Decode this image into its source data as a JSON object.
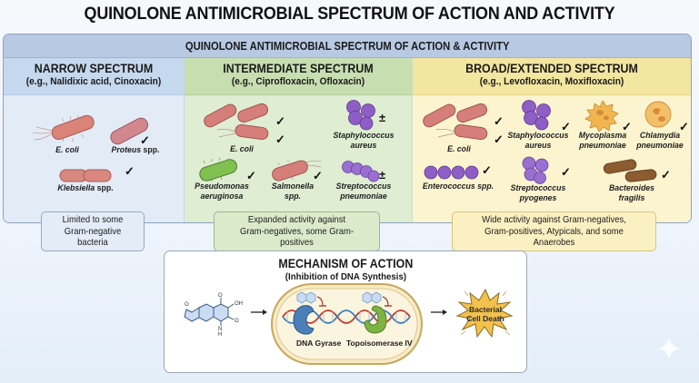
{
  "main_title": "QUINOLONE ANTIMICROBIAL SPECTRUM OF ACTION AND ACTIVITY",
  "panel_title": "QUINOLONE ANTIMICROBIAL SPECTRUM OF ACTION & ACTIVITY",
  "legend_marks": {
    "active": "✓",
    "variable": "±"
  },
  "colors": {
    "narrow": "#c6d8ee",
    "intermediate": "#c7deb1",
    "broad": "#f3e6a0",
    "gram_negative_rod": "#d9817c",
    "gram_positive_coccus": "#8c5cc4",
    "pseudomonas": "#7fbf4f",
    "atypical": "#f0b552",
    "anaerobe": "#8b5a2b"
  },
  "columns": {
    "narrow": {
      "title": "NARROW SPECTRUM",
      "examples": "(e.g., Nalidixic acid, Cinoxacin)",
      "organisms": [
        {
          "name": "E. coli",
          "suffix": "",
          "mark": ""
        },
        {
          "name": "Proteus",
          "suffix": " spp.",
          "mark": "✓"
        },
        {
          "name": "Klebsiella",
          "suffix": " spp.",
          "mark": "✓"
        }
      ],
      "summary": [
        "Limited to some",
        "Gram-negative bacteria"
      ]
    },
    "intermediate": {
      "title": "INTERMEDIATE SPECTRUM",
      "examples": "(e.g., Ciprofloxacin, Ofloxacin)",
      "organisms": [
        {
          "name": "E. coli",
          "mark": "✓"
        },
        {
          "name": "Staphylococcus",
          "name2": "aureus",
          "mark": "±"
        },
        {
          "name": "Pseudomonas",
          "name2": "aeruginosa",
          "mark": "✓"
        },
        {
          "name": "Salmonella",
          "name2": "spp.",
          "mark": "✓"
        },
        {
          "name": "Streptococcus",
          "name2": "pneumoniae",
          "mark": "±"
        }
      ],
      "summary": [
        "Expanded activity against",
        "Gram-negatives, some Gram-positives"
      ]
    },
    "broad": {
      "title": "BROAD/EXTENDED SPECTRUM",
      "examples": "(e.g., Levofloxacin, Moxifloxacin)",
      "organisms": [
        {
          "name": "E. coli",
          "mark": "✓"
        },
        {
          "name": "Staphylococcus",
          "name2": "aureus",
          "mark": "✓"
        },
        {
          "name": "Mycoplasma",
          "name2": "pneumoniae",
          "mark": "✓"
        },
        {
          "name": "Chlamydia",
          "name2": "pneumoniae",
          "mark": "✓"
        },
        {
          "name": "Enterococcus spp.",
          "mark": "✓"
        },
        {
          "name": "Streptococcus",
          "name2": "pyogenes",
          "mark": "✓"
        },
        {
          "name": "Bacteroides",
          "name2": "fragilis",
          "mark": "✓"
        }
      ],
      "summary": [
        "Wide activity against Gram-negatives,",
        "Gram-positives, Atypicals, and some Anaerobes"
      ]
    }
  },
  "mechanism": {
    "title": "MECHANISM OF ACTION",
    "subtitle": "(Inhibition of DNA Synthesis)",
    "molecule_labels": {
      "oh": "OH",
      "o_top": "O",
      "o_right": "O",
      "nh": "N",
      "h": "H",
      "ring_o": "O"
    },
    "enzymes": [
      "DNA Gyrase",
      "Topoisomerase IV"
    ],
    "outcome": [
      "Bacterial",
      "Cell Death"
    ]
  }
}
